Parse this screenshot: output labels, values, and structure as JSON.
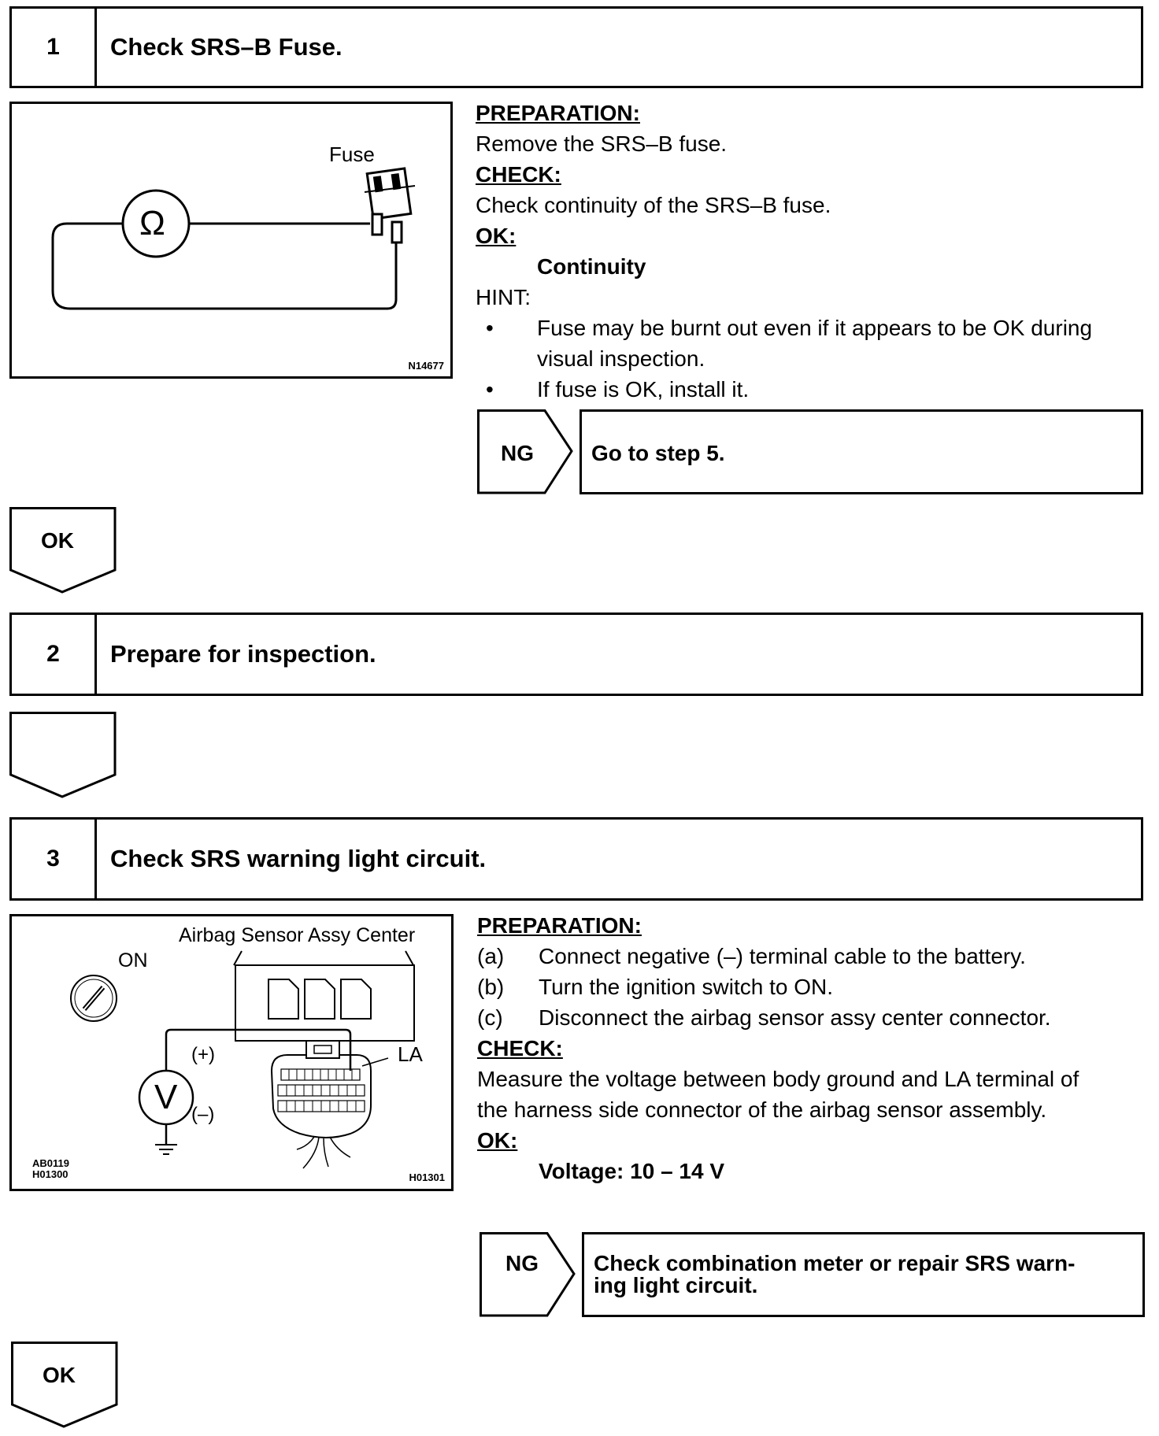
{
  "steps": [
    {
      "number": "1",
      "title": "Check SRS–B Fuse.",
      "figure": {
        "label": "Fuse",
        "meter_symbol": "Ω",
        "code": "N14677"
      },
      "preparation_heading": "PREPARATION:",
      "preparation_text": "Remove the SRS–B fuse.",
      "check_heading": "CHECK:",
      "check_text": "Check continuity of the SRS–B fuse.",
      "ok_heading": "OK:",
      "ok_value": "Continuity",
      "hint_heading": "HINT:",
      "hints": [
        {
          "bullet": "•",
          "lines": [
            "Fuse may be burnt out even if it appears to be OK during",
            "visual inspection."
          ]
        },
        {
          "bullet": "•",
          "lines": [
            "If fuse is OK, install it."
          ]
        }
      ],
      "ng_label": "NG",
      "ng_action": "Go to step 5.",
      "ok_label": "OK"
    },
    {
      "number": "2",
      "title": "Prepare for inspection.",
      "ok_label": ""
    },
    {
      "number": "3",
      "title": "Check SRS warning light circuit.",
      "figure": {
        "sensor_label": "Airbag Sensor Assy Center",
        "switch_label": "ON",
        "plus_label": "(+)",
        "minus_label": "(–)",
        "meter_symbol": "V",
        "terminal_label": "LA",
        "code_left_1": "AB0119",
        "code_left_2": "H01300",
        "code_right": "H01301"
      },
      "preparation_heading": "PREPARATION:",
      "preparation_items": [
        {
          "marker": "(a)",
          "text": "Connect negative (–) terminal cable to the battery."
        },
        {
          "marker": "(b)",
          "text": "Turn the ignition switch to ON."
        },
        {
          "marker": "(c)",
          "text": "Disconnect the airbag sensor assy center connector."
        }
      ],
      "check_heading": "CHECK:",
      "check_lines": [
        "Measure the voltage between body ground and LA terminal of",
        "the harness side connector of the airbag sensor assembly."
      ],
      "ok_heading": "OK:",
      "ok_value": "Voltage: 10 – 14 V",
      "ng_label": "NG",
      "ng_action_lines": [
        "Check combination meter or repair SRS warn-",
        "ing light circuit."
      ],
      "ok_label": "OK"
    }
  ]
}
